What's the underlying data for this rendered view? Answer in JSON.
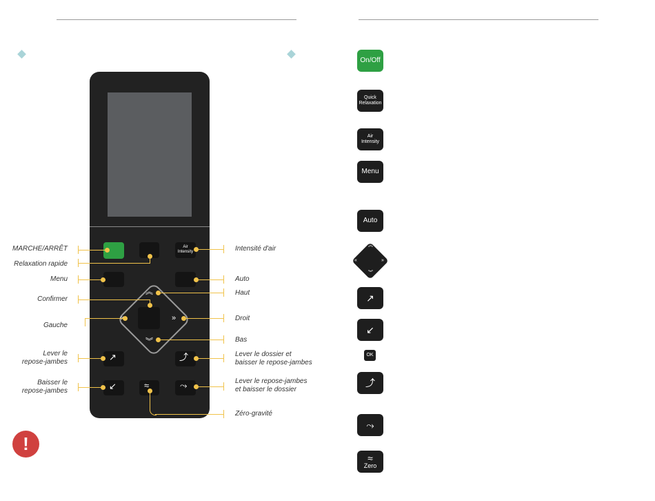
{
  "remote": {
    "buttons": {
      "air_intensity_label": "Air\nIntensity"
    }
  },
  "labels": {
    "on_off": "MARCHE/ARRÊT",
    "quick_relax": "Relaxation rapide",
    "menu": "Menu",
    "confirm": "Confirmer",
    "left": "Gauche",
    "raise_leg_1": "Lever le",
    "raise_leg_2": "repose-jambes",
    "lower_leg_1": "Baisser le",
    "lower_leg_2": "repose-jambes",
    "air_intensity": "Intensité d'air",
    "auto": "Auto",
    "up": "Haut",
    "right": "Droit",
    "down": "Bas",
    "raise_back_1": "Lever le dossier et",
    "raise_back_2": "baisser le repose-jambes",
    "raise_leg_lower_back_1": "Lever le repose-jambes",
    "raise_leg_lower_back_2": "et baisser le dossier",
    "zero_gravity": "Zéro-gravité"
  },
  "warning_icon": "exclamation-icon",
  "icon_list": {
    "on_off": "On/Off",
    "quick_relaxation": "Quick\nRelaxation",
    "air_intensity": "Air\nIntensity",
    "menu": "Menu",
    "auto": "Auto",
    "ok": "OK",
    "zero": "Zero"
  },
  "colors": {
    "accent_line": "#f0c24a",
    "on_off_green": "#2ea043",
    "warning_red": "#d0413f",
    "bullet_teal": "#a9d4d8"
  }
}
